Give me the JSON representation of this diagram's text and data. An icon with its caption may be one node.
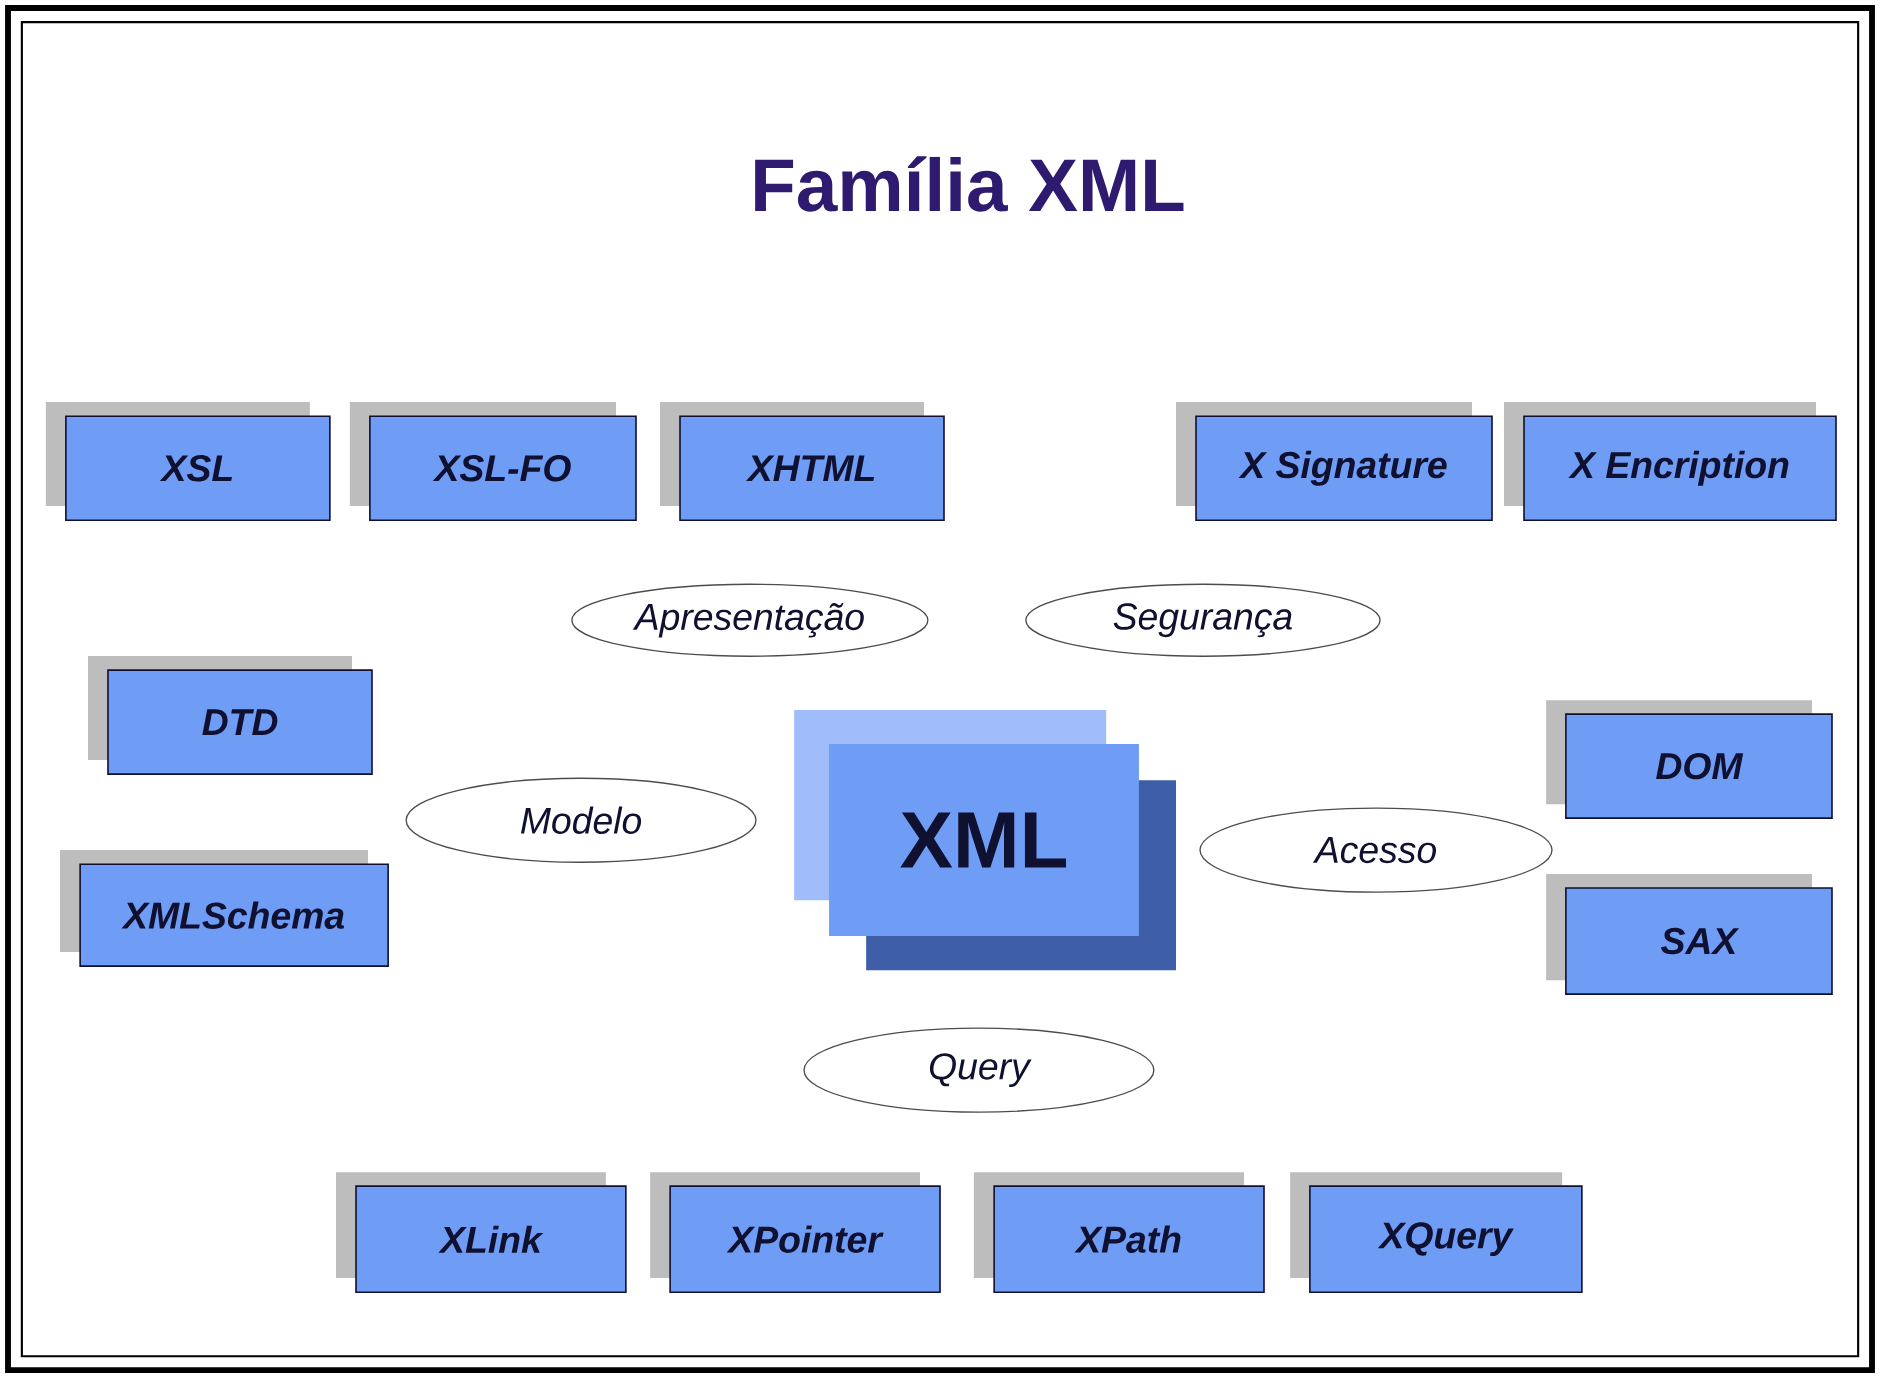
{
  "diagram": {
    "title": "Família XML",
    "nodes": [
      {
        "text": [
          "XSL"
        ]
      },
      {
        "text": [
          "XSL-FO"
        ]
      },
      {
        "text": [
          "XHTML"
        ]
      },
      {
        "text": [
          "X Signature"
        ]
      },
      {
        "text": [
          "X Encription"
        ]
      },
      {
        "text": [
          "Apresentação"
        ]
      },
      {
        "text": [
          "Segurança"
        ]
      },
      {
        "text": [
          "DTD"
        ]
      },
      {
        "text": [
          "DOM"
        ]
      },
      {
        "text": [
          "Modelo"
        ]
      },
      {
        "text": [
          "XML"
        ]
      },
      {
        "text": [
          "Acesso"
        ]
      },
      {
        "text": [
          "XMLSchema"
        ]
      },
      {
        "text": [
          "SAX"
        ]
      },
      {
        "text": [
          "Query"
        ]
      },
      {
        "text": [
          "XLink"
        ]
      },
      {
        "text": [
          "XPointer"
        ]
      },
      {
        "text": [
          "XPath"
        ]
      },
      {
        "text": [
          "XQuery"
        ]
      }
    ]
  }
}
